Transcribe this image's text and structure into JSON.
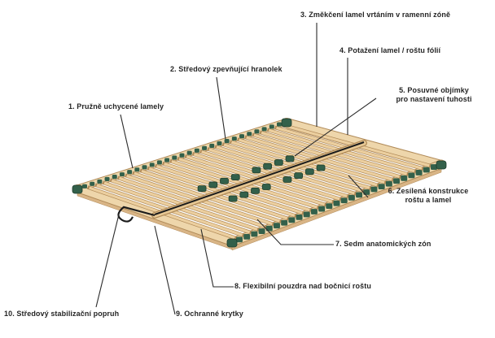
{
  "product_diagram": {
    "labels": [
      {
        "text": "1. Pružně uchycené lamely"
      },
      {
        "text": "2. Středový zpevňující hranolek"
      },
      {
        "text": "3. Změkčení lamel vrtáním v ramenní zóně"
      },
      {
        "text": "4. Potažení lamel / roštu fólií"
      },
      {
        "text": "5. Posuvné objímky\npro nastavení tuhosti"
      },
      {
        "text": "6. Zesílená konstrukce\nroštu a lamel"
      },
      {
        "text": "7. Sedm anatomických zón"
      },
      {
        "text": "8. Flexibilní pouzdra nad bočnicí roštu"
      },
      {
        "text": "9. Ochranné krytky"
      },
      {
        "text": "10. Středový stabilizační popruh"
      }
    ],
    "colors": {
      "background": "#ffffff",
      "wood_light": "#eed6ab",
      "wood_mid": "#d9b586",
      "wood_dark": "#b08a58",
      "wood_slat": "#eccf9f",
      "wood_beam": "#e7c894",
      "clip_green": "#33604a",
      "clip_green_dark": "#1f3d2c",
      "strap_black": "#1c1c1c",
      "leader_line": "#2a2a2a",
      "label_text": "#252525"
    }
  }
}
